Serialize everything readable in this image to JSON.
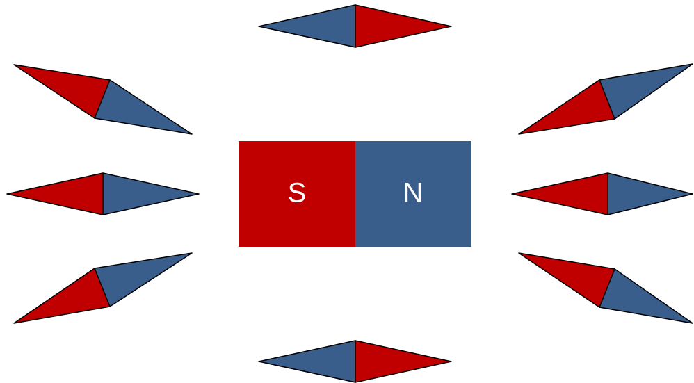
{
  "colors": {
    "south": "#c00000",
    "north": "#3a5e8c",
    "outline": "#000000",
    "background": "#ffffff"
  },
  "magnet": {
    "south_label": "S",
    "north_label": "N"
  },
  "compass_needles": [
    {
      "id": "top",
      "north_points": "right"
    },
    {
      "id": "bottom",
      "north_points": "right"
    },
    {
      "id": "upper-left",
      "north_points": "up-left"
    },
    {
      "id": "middle-left",
      "north_points": "left"
    },
    {
      "id": "lower-left",
      "north_points": "down-left"
    },
    {
      "id": "upper-right",
      "north_points": "down-left"
    },
    {
      "id": "middle-right",
      "north_points": "left"
    },
    {
      "id": "lower-right",
      "north_points": "up-left"
    }
  ]
}
